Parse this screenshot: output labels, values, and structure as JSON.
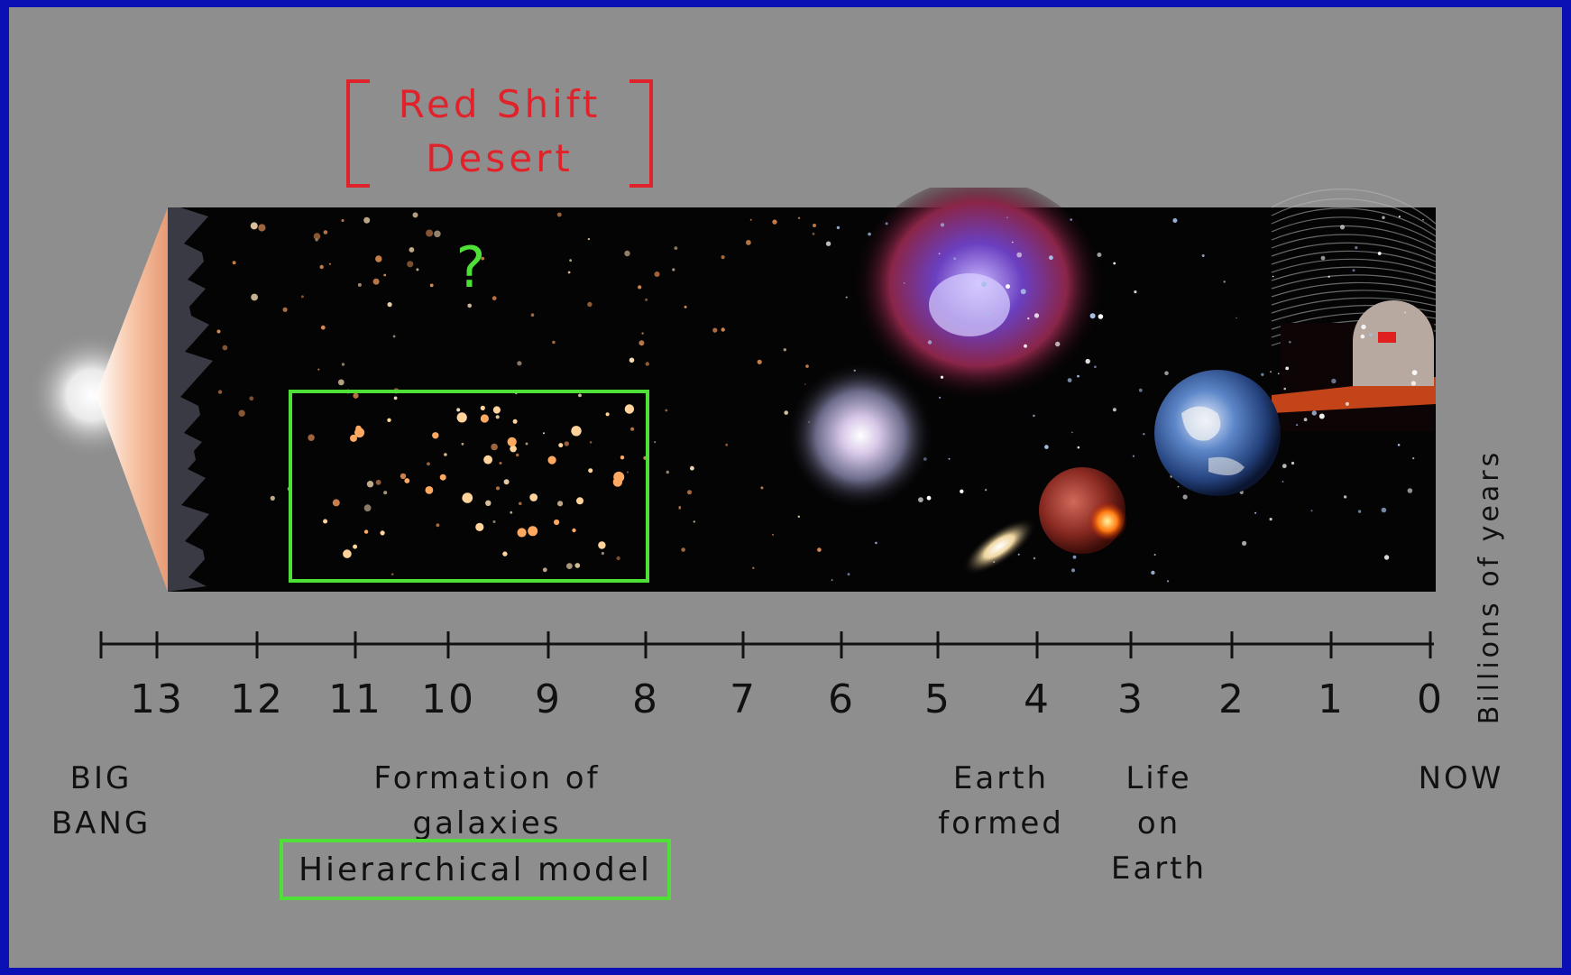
{
  "colors": {
    "background": "#8e8e8e",
    "border": "#0a10b4",
    "red_shift": "#e0232b",
    "green_box": "#4ee036",
    "text": "#111111"
  },
  "red_shift_desert": {
    "line1": "Red Shift",
    "line2": "Desert"
  },
  "question_mark": "?",
  "axis": {
    "unit_label": "Billions of years",
    "ticks": [
      13,
      12,
      11,
      10,
      9,
      8,
      7,
      6,
      5,
      4,
      3,
      2,
      1,
      0
    ],
    "tick_labels": [
      "13",
      "12",
      "11",
      "10",
      "9",
      "8",
      "7",
      "6",
      "5",
      "4",
      "3",
      "2",
      "1",
      "0"
    ]
  },
  "events": {
    "big_bang": {
      "line1": "BIG",
      "line2": "BANG"
    },
    "galaxies": {
      "line1": "Formation of",
      "line2": "galaxies"
    },
    "hierarchical": "Hierarchical model",
    "earth": {
      "line1": "Earth",
      "line2": "formed"
    },
    "life": {
      "line1": "Life",
      "line2": "on",
      "line3": "Earth"
    },
    "now": "NOW"
  }
}
